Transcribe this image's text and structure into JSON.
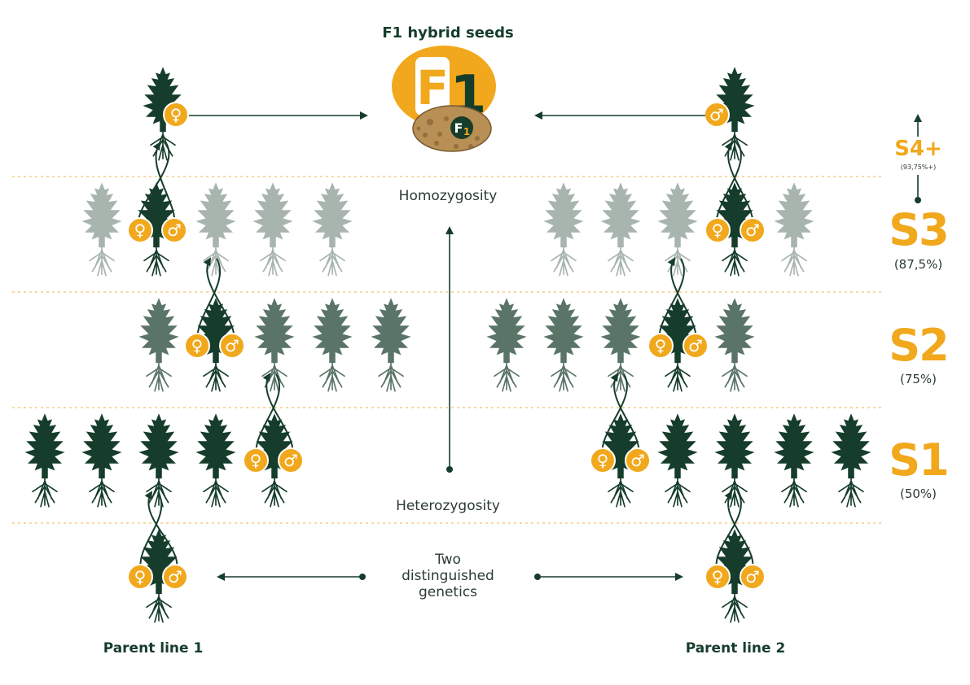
{
  "title": "F1 hybrid seeds",
  "labels": {
    "homozygosity": "Homozygosity",
    "heterozygosity": "Heterozygosity",
    "two_genetics_1": "Two",
    "two_genetics_2": "distinguished",
    "two_genetics_3": "genetics",
    "parent_line_1": "Parent line 1",
    "parent_line_2": "Parent line 2"
  },
  "generations": [
    {
      "name": "S4+",
      "percent": "(93,75%+)"
    },
    {
      "name": "S3",
      "percent": "(87,5%)"
    },
    {
      "name": "S2",
      "percent": "(75%)"
    },
    {
      "name": "S1",
      "percent": "(50%)"
    }
  ],
  "badge": {
    "letter": "F",
    "digit": "1"
  },
  "symbols": {
    "female": "♀",
    "male": "♂"
  },
  "colors": {
    "accent": "#f1a81c",
    "dark_green": "#163d2b",
    "mid_green": "#5a7468",
    "light_green": "#a8b4ae",
    "divider": "#f5c06a"
  }
}
